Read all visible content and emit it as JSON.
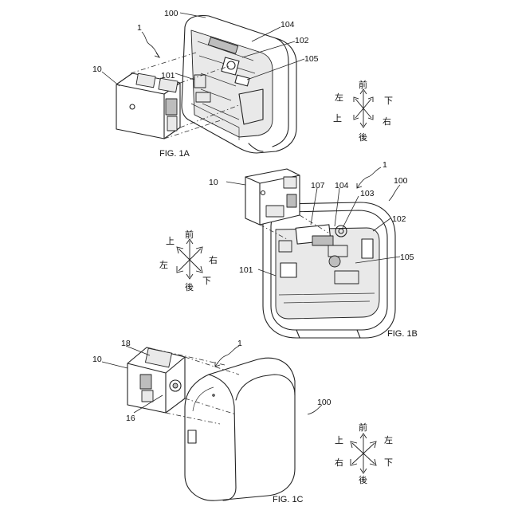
{
  "figures": {
    "fig1a": {
      "caption": "FIG. 1A",
      "refs": {
        "r100": "100",
        "r1": "1",
        "r104": "104",
        "r102": "102",
        "r105": "105",
        "r10": "10",
        "r101": "101"
      },
      "directions": {
        "front": "前",
        "left": "左",
        "down": "下",
        "up": "上",
        "right": "右",
        "back": "後"
      }
    },
    "fig1b": {
      "caption": "FIG. 1B",
      "refs": {
        "r1": "1",
        "r10": "10",
        "r100": "100",
        "r107": "107",
        "r104": "104",
        "r103": "103",
        "r102": "102",
        "r101": "101",
        "r105": "105"
      },
      "directions": {
        "up": "上",
        "front": "前",
        "left": "左",
        "right": "右",
        "back": "後",
        "down": "下"
      }
    },
    "fig1c": {
      "caption": "FIG. 1C",
      "refs": {
        "r1": "1",
        "r18": "18",
        "r10": "10",
        "r16": "16",
        "r100": "100"
      },
      "directions": {
        "front": "前",
        "up": "上",
        "left": "左",
        "right": "右",
        "down": "下",
        "back": "後"
      }
    }
  }
}
